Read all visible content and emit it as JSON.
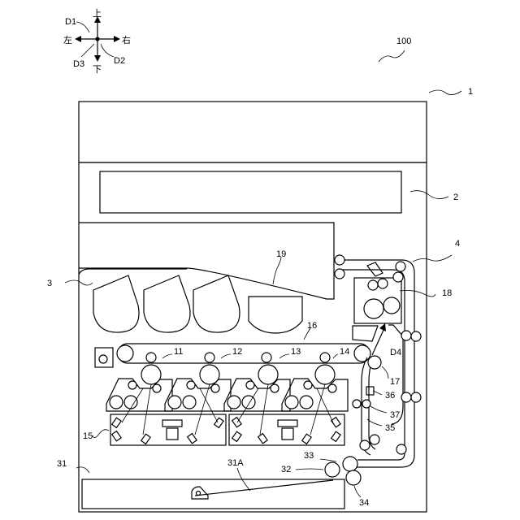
{
  "compass": {
    "up": "上",
    "down": "下",
    "left": "左",
    "right": "右",
    "d1": "D1",
    "d2": "D2",
    "d3": "D3"
  },
  "refs": {
    "r100": "100",
    "r1": "1",
    "r2": "2",
    "r3": "3",
    "r4": "4",
    "r11": "11",
    "r12": "12",
    "r13": "13",
    "r14": "14",
    "r15": "15",
    "r16": "16",
    "r17": "17",
    "r18": "18",
    "r19": "19",
    "r31": "31",
    "r31a": "31A",
    "r32": "32",
    "r33": "33",
    "r34": "34",
    "r35": "35",
    "r36": "36",
    "r37": "37",
    "d4": "D4"
  }
}
